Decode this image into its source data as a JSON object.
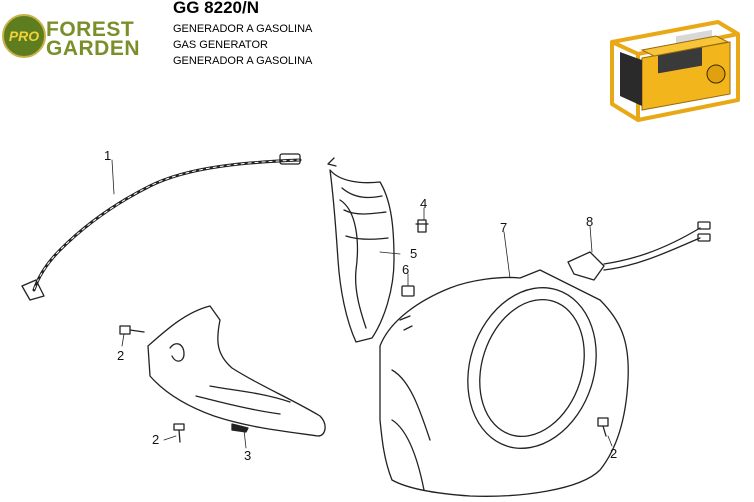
{
  "header": {
    "brand_top": "FOREST",
    "brand_bottom": "GARDEN",
    "brand_badge": "PRO",
    "model": "GG 8220/N",
    "descriptions": [
      "GENERADOR A GASOLINA",
      "GAS GENERATOR",
      "GENERADOR A GASOLINA"
    ]
  },
  "colors": {
    "brand_green": "#7a8f2a",
    "badge_green": "#5e7d1e",
    "generator_yellow": "#f2b51c",
    "line": "#222222"
  },
  "callouts": {
    "c1": "1",
    "c2a": "2",
    "c2b": "2",
    "c2c": "2",
    "c3": "3",
    "c4": "4",
    "c5": "5",
    "c6": "6",
    "c7": "7",
    "c8": "8"
  }
}
